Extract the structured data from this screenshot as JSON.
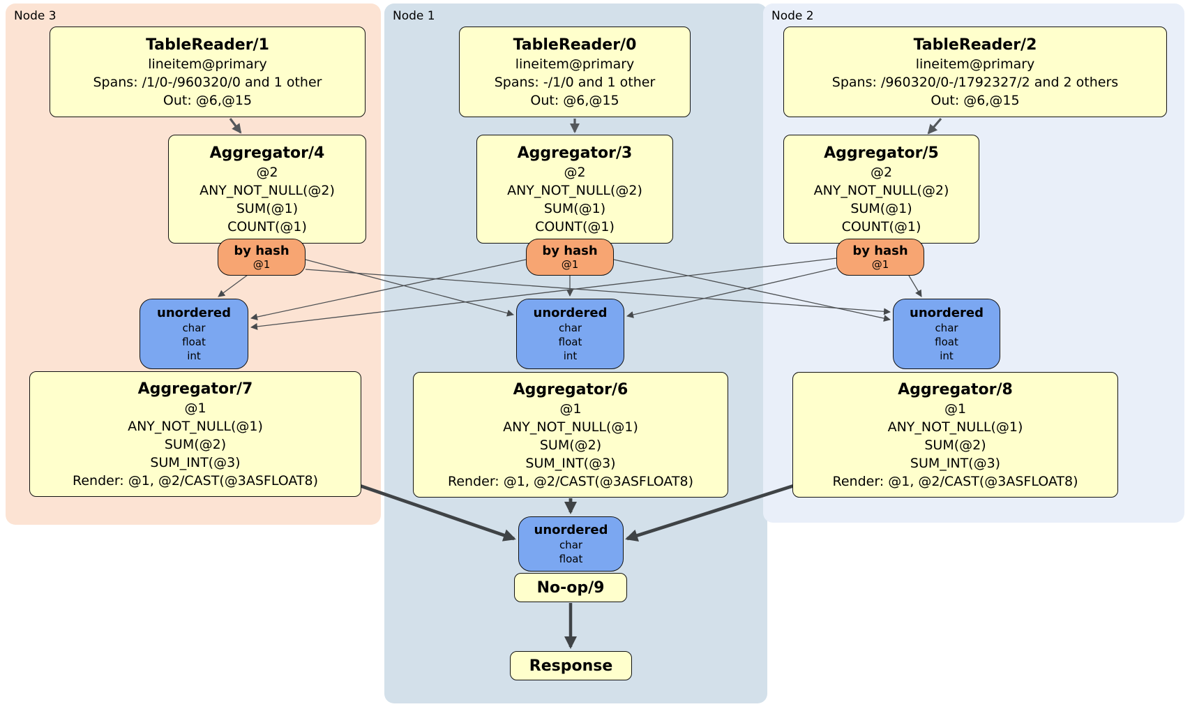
{
  "colors": {
    "node3_panel": "#fce3d3",
    "node1_panel": "#d3e0ea",
    "node2_panel": "#e9eff9",
    "processor_box": "#ffffcc",
    "hash_router": "#f7a572",
    "unordered_sync": "#7ba7f1",
    "edge": "#3f4346"
  },
  "panels": {
    "node3": {
      "label": "Node 3"
    },
    "node1": {
      "label": "Node 1"
    },
    "node2": {
      "label": "Node 2"
    }
  },
  "processors": {
    "tr1": {
      "title": "TableReader/1",
      "lines": [
        "lineitem@primary",
        "Spans: /1/0-/960320/0 and 1 other",
        "Out: @6,@15"
      ]
    },
    "tr0": {
      "title": "TableReader/0",
      "lines": [
        "lineitem@primary",
        "Spans: -/1/0 and 1 other",
        "Out: @6,@15"
      ]
    },
    "tr2": {
      "title": "TableReader/2",
      "lines": [
        "lineitem@primary",
        "Spans: /960320/0-/1792327/2 and 2 others",
        "Out: @6,@15"
      ]
    },
    "agg4": {
      "title": "Aggregator/4",
      "lines": [
        "@2",
        "ANY_NOT_NULL(@2)",
        "SUM(@1)",
        "COUNT(@1)"
      ]
    },
    "agg3": {
      "title": "Aggregator/3",
      "lines": [
        "@2",
        "ANY_NOT_NULL(@2)",
        "SUM(@1)",
        "COUNT(@1)"
      ]
    },
    "agg5": {
      "title": "Aggregator/5",
      "lines": [
        "@2",
        "ANY_NOT_NULL(@2)",
        "SUM(@1)",
        "COUNT(@1)"
      ]
    },
    "agg7": {
      "title": "Aggregator/7",
      "lines": [
        "@1",
        "ANY_NOT_NULL(@1)",
        "SUM(@2)",
        "SUM_INT(@3)",
        "Render: @1, @2/CAST(@3ASFLOAT8)"
      ]
    },
    "agg6": {
      "title": "Aggregator/6",
      "lines": [
        "@1",
        "ANY_NOT_NULL(@1)",
        "SUM(@2)",
        "SUM_INT(@3)",
        "Render: @1, @2/CAST(@3ASFLOAT8)"
      ]
    },
    "agg8": {
      "title": "Aggregator/8",
      "lines": [
        "@1",
        "ANY_NOT_NULL(@1)",
        "SUM(@2)",
        "SUM_INT(@3)",
        "Render: @1, @2/CAST(@3ASFLOAT8)"
      ]
    },
    "noop": {
      "title": "No-op/9"
    },
    "response": {
      "title": "Response"
    }
  },
  "routers": {
    "hash4": {
      "title": "by hash",
      "key": "@1"
    },
    "hash3": {
      "title": "by hash",
      "key": "@1"
    },
    "hash5": {
      "title": "by hash",
      "key": "@1"
    }
  },
  "syncs": {
    "un_node3": {
      "title": "unordered",
      "types": [
        "char",
        "float",
        "int"
      ]
    },
    "un_node1": {
      "title": "unordered",
      "types": [
        "char",
        "float",
        "int"
      ]
    },
    "un_node2": {
      "title": "unordered",
      "types": [
        "char",
        "float",
        "int"
      ]
    },
    "un_merge": {
      "title": "unordered",
      "types": [
        "char",
        "float"
      ]
    }
  },
  "edges": [
    {
      "from": "TableReader/1",
      "to": "Aggregator/4"
    },
    {
      "from": "TableReader/0",
      "to": "Aggregator/3"
    },
    {
      "from": "TableReader/2",
      "to": "Aggregator/5"
    },
    {
      "from": "Aggregator/4 by hash",
      "to": "unordered Node 3"
    },
    {
      "from": "Aggregator/4 by hash",
      "to": "unordered Node 1"
    },
    {
      "from": "Aggregator/4 by hash",
      "to": "unordered Node 2"
    },
    {
      "from": "Aggregator/3 by hash",
      "to": "unordered Node 3"
    },
    {
      "from": "Aggregator/3 by hash",
      "to": "unordered Node 1"
    },
    {
      "from": "Aggregator/3 by hash",
      "to": "unordered Node 2"
    },
    {
      "from": "Aggregator/5 by hash",
      "to": "unordered Node 3"
    },
    {
      "from": "Aggregator/5 by hash",
      "to": "unordered Node 1"
    },
    {
      "from": "Aggregator/5 by hash",
      "to": "unordered Node 2"
    },
    {
      "from": "unordered Node 3",
      "to": "Aggregator/7"
    },
    {
      "from": "unordered Node 1",
      "to": "Aggregator/6"
    },
    {
      "from": "unordered Node 2",
      "to": "Aggregator/8"
    },
    {
      "from": "Aggregator/7",
      "to": "unordered merge"
    },
    {
      "from": "Aggregator/6",
      "to": "unordered merge"
    },
    {
      "from": "Aggregator/8",
      "to": "unordered merge"
    },
    {
      "from": "unordered merge",
      "to": "No-op/9"
    },
    {
      "from": "No-op/9",
      "to": "Response"
    }
  ]
}
